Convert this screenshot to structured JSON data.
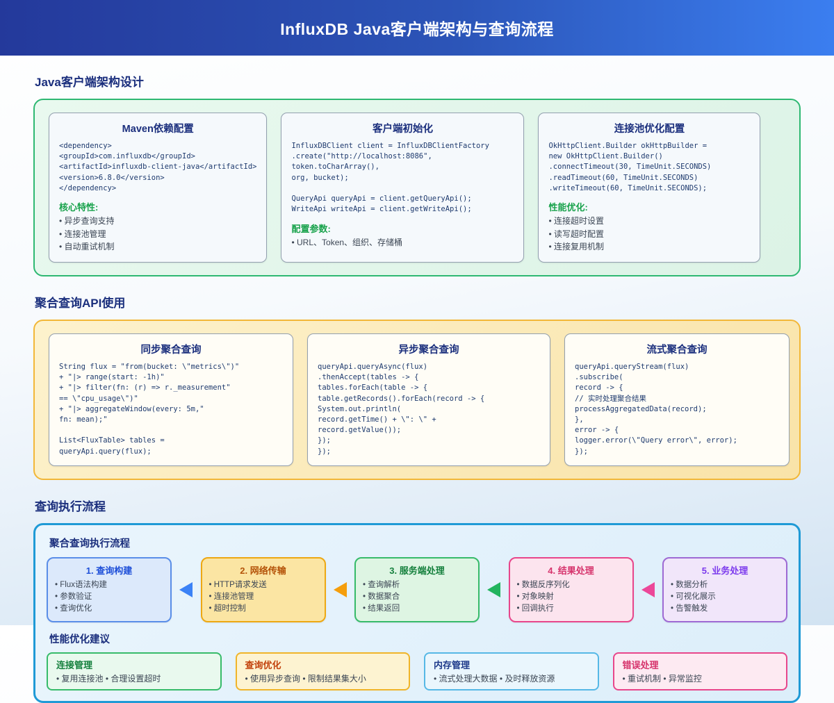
{
  "header": {
    "title": "InfluxDB Java客户端架构与查询流程"
  },
  "colors": {
    "header_gradient_start": "#24399b",
    "header_gradient_end": "#3b7ef0",
    "section_title": "#1b2f7d",
    "code_text": "#1e3a6e",
    "feature_green": "#18a24b",
    "panel_green_border": "#2eb872",
    "panel_yellow_border": "#f2b738",
    "panel_blue_border": "#1f9ad6",
    "step_blue": "#5a8ee8",
    "step_yellow": "#eda812",
    "step_green": "#37bb6a",
    "step_pink": "#e8468b",
    "step_purple": "#9e6ad4",
    "arrow_blue": "#3b82f6",
    "arrow_orange": "#f59e0b",
    "arrow_green": "#22b45e",
    "arrow_pink": "#ec4899"
  },
  "sections": {
    "arch": {
      "title": "Java客户端架构设计",
      "cards": [
        {
          "title": "Maven依赖配置",
          "code": [
            "<dependency>",
            "<groupId>com.influxdb</groupId>",
            "<artifactId>influxdb-client-java</artifactId>",
            "<version>6.8.0</version>",
            "</dependency>"
          ],
          "feature_title": "核心特性:",
          "features": [
            "异步查询支持",
            "连接池管理",
            "自动重试机制"
          ]
        },
        {
          "title": "客户端初始化",
          "code": [
            "InfluxDBClient client = InfluxDBClientFactory",
            ".create(\"http://localhost:8086\",",
            "token.toCharArray(),",
            "org, bucket);",
            "",
            "QueryApi queryApi = client.getQueryApi();",
            "WriteApi writeApi = client.getWriteApi();"
          ],
          "feature_title": "配置参数:",
          "features": [
            "URL、Token、组织、存储桶"
          ]
        },
        {
          "title": "连接池优化配置",
          "code": [
            "OkHttpClient.Builder okHttpBuilder =",
            "new OkHttpClient.Builder()",
            ".connectTimeout(30, TimeUnit.SECONDS)",
            ".readTimeout(60, TimeUnit.SECONDS)",
            ".writeTimeout(60, TimeUnit.SECONDS);"
          ],
          "feature_title": "性能优化:",
          "features": [
            "连接超时设置",
            "读写超时配置",
            "连接复用机制"
          ]
        }
      ]
    },
    "api": {
      "title": "聚合查询API使用",
      "cards": [
        {
          "title": "同步聚合查询",
          "code": [
            "String flux = \"from(bucket: \\\"metrics\\\")\"",
            "+ \"|> range(start: -1h)\"",
            "+ \"|> filter(fn: (r) => r._measurement\"",
            "== \\\"cpu_usage\\\")\"",
            "+ \"|> aggregateWindow(every: 5m,\"",
            "fn: mean);\"",
            "",
            "List<FluxTable> tables =",
            "queryApi.query(flux);"
          ]
        },
        {
          "title": "异步聚合查询",
          "code": [
            "queryApi.queryAsync(flux)",
            ".thenAccept(tables -> {",
            "tables.forEach(table -> {",
            "table.getRecords().forEach(record -> {",
            "System.out.println(",
            "record.getTime() + \\\": \\\" +",
            "record.getValue());",
            "});",
            "});"
          ]
        },
        {
          "title": "流式聚合查询",
          "code": [
            "queryApi.queryStream(flux)",
            ".subscribe(",
            "record -> {",
            "// 实时处理聚合结果",
            "processAggregatedData(record);",
            "},",
            "error -> {",
            "logger.error(\\\"Query error\\\", error);",
            "});"
          ]
        }
      ]
    },
    "flow": {
      "title": "查询执行流程",
      "panel_title": "聚合查询执行流程",
      "steps": [
        {
          "title": "1. 查询构建",
          "items": [
            "Flux语法构建",
            "参数验证",
            "查询优化"
          ]
        },
        {
          "title": "2. 网络传输",
          "items": [
            "HTTP请求发送",
            "连接池管理",
            "超时控制"
          ]
        },
        {
          "title": "3. 服务端处理",
          "items": [
            "查询解析",
            "数据聚合",
            "结果返回"
          ]
        },
        {
          "title": "4. 结果处理",
          "items": [
            "数据反序列化",
            "对象映射",
            "回调执行"
          ]
        },
        {
          "title": "5. 业务处理",
          "items": [
            "数据分析",
            "可视化展示",
            "告警触发"
          ]
        }
      ],
      "tips_title": "性能优化建议",
      "tips": [
        {
          "title": "连接管理",
          "text": "• 复用连接池 • 合理设置超时"
        },
        {
          "title": "查询优化",
          "text": "• 使用异步查询 • 限制结果集大小"
        },
        {
          "title": "内存管理",
          "text": "• 流式处理大数据 • 及时释放资源"
        },
        {
          "title": "错误处理",
          "text": "• 重试机制 • 异常监控"
        }
      ]
    }
  }
}
